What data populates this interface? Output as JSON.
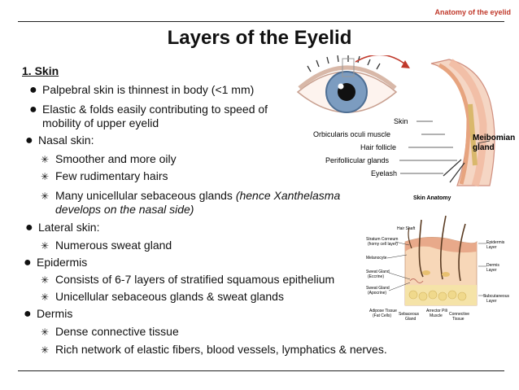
{
  "header_tag": "Anatomy of the eyelid",
  "title": "Layers of the Eyelid",
  "section": "1. Skin",
  "points": {
    "p1": "Palpebral skin is thinnest in body (<1 mm)",
    "p2a": "Elastic & folds easily contributing to speed of",
    "p2b": "mobility of upper eyelid",
    "nasal": "Nasal skin:",
    "n1": "Smoother and more oily",
    "n2": "Few rudimentary hairs",
    "n3a": "Many unicellular sebaceous glands",
    "n3a_italic": "(hence Xanthelasma",
    "n3b": "develops on the nasal side)",
    "lateral": "Lateral skin:",
    "l1": "Numerous sweat gland",
    "epidermis": "Epidermis",
    "e1": "Consists of 6-7 layers of stratified squamous epithelium",
    "e2": "Unicellular sebaceous glands & sweat glands",
    "dermis": "Dermis",
    "d1": "Dense connective tissue",
    "d2": "Rich network of elastic fibers, blood vessels, lymphatics & nerves."
  },
  "eye_figure": {
    "labels": {
      "skin": "Skin",
      "orbicularis": "Orbicularis oculi muscle",
      "follicle": "Hair follicle",
      "perifollicular": "Perifollicular glands",
      "eyelash": "Eyelash",
      "meibomian1": "Meibomian",
      "meibomian2": "gland"
    }
  },
  "skin_figure": {
    "title": "Skin Anatomy",
    "labels": {
      "hair_shaft": "Hair Shaft",
      "stratum1": "Stratum Corneum",
      "stratum2": "(horny cell layer)",
      "melanocyte": "Melanocyte",
      "sweat_e1": "Sweat Gland",
      "sweat_e2": "(Eccrine)",
      "sweat_a1": "Sweat Gland",
      "sweat_a2": "(Apocrine)",
      "adipose1": "Adipose Tissue",
      "adipose2": "(Fat Cells)",
      "sebaceous1": "Sebaceous",
      "sebaceous2": "Gland",
      "arrector1": "Arrector Pili",
      "arrector2": "Muscle",
      "connective1": "Connective",
      "connective2": "Tissue",
      "epidermis1": "Epidermis",
      "epidermis2": "Layer",
      "dermis1": "Dermis",
      "dermis2": "Layer",
      "subcut1": "Subcutaneous",
      "subcut2": "Layer"
    }
  },
  "colors": {
    "tag": "#c0392b",
    "iris": "#6d8fb0",
    "skin": "#f2c8a8",
    "gland": "#e8d3a0"
  }
}
